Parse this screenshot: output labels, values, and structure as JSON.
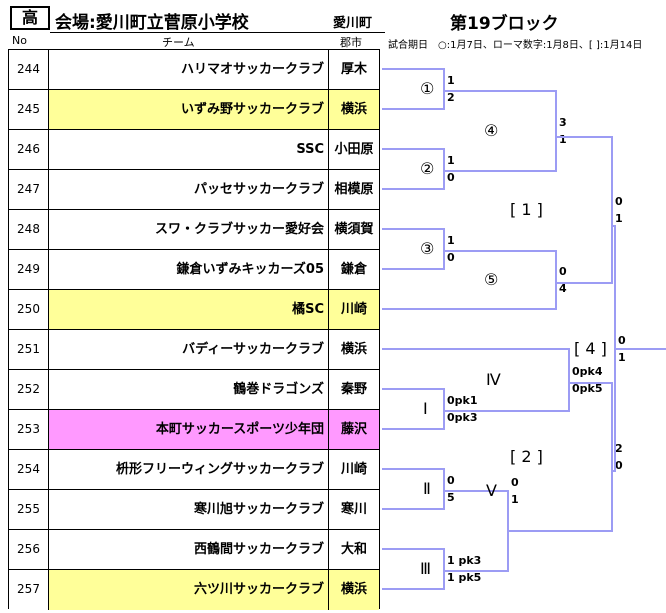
{
  "header": {
    "tag": "高",
    "venue": "会場:愛川町立菅原小学校",
    "region": "愛川町",
    "block": "第19ブロック",
    "col_no": "No",
    "col_team": "チーム",
    "col_city": "郡市",
    "legend": "試合期日　○:1月7日、ローマ数字:1月8日、[ ]:1月14日"
  },
  "colors": {
    "bracket": "#9c9cf4",
    "highlight_yellow": "#ffff99",
    "highlight_pink": "#ff99ff"
  },
  "teams": [
    {
      "no": "244",
      "name": "ハリマオサッカークラブ",
      "city": "厚木",
      "highlight": ""
    },
    {
      "no": "245",
      "name": "いずみ野サッカークラブ",
      "city": "横浜",
      "highlight": "yellow"
    },
    {
      "no": "246",
      "name": "SSC",
      "city": "小田原",
      "highlight": ""
    },
    {
      "no": "247",
      "name": "パッセサッカークラブ",
      "city": "相模原",
      "highlight": ""
    },
    {
      "no": "248",
      "name": "スワ・クラブサッカー愛好会",
      "city": "横須賀",
      "highlight": ""
    },
    {
      "no": "249",
      "name": "鎌倉いずみキッカーズ05",
      "city": "鎌倉",
      "highlight": ""
    },
    {
      "no": "250",
      "name": "橘SC",
      "city": "川崎",
      "highlight": "yellow"
    },
    {
      "no": "251",
      "name": "バディーサッカークラブ",
      "city": "横浜",
      "highlight": ""
    },
    {
      "no": "252",
      "name": "鶴巻ドラゴンズ",
      "city": "秦野",
      "highlight": ""
    },
    {
      "no": "253",
      "name": "本町サッカースポーツ少年団",
      "city": "藤沢",
      "highlight": "pink"
    },
    {
      "no": "254",
      "name": "枡形フリーウィングサッカークラブ",
      "city": "川崎",
      "highlight": ""
    },
    {
      "no": "255",
      "name": "寒川旭サッカークラブ",
      "city": "寒川",
      "highlight": ""
    },
    {
      "no": "256",
      "name": "西鶴間サッカークラブ",
      "city": "大和",
      "highlight": ""
    },
    {
      "no": "257",
      "name": "六ツ川サッカークラブ",
      "city": "横浜",
      "highlight": "yellow"
    }
  ],
  "matches": {
    "m1": {
      "label": "①",
      "score_top": "1",
      "score_bottom": "2"
    },
    "m2": {
      "label": "②",
      "score_top": "1",
      "score_bottom": "0"
    },
    "m3": {
      "label": "③",
      "score_top": "1",
      "score_bottom": "0"
    },
    "m4": {
      "label": "④",
      "score_top": "3",
      "score_bottom": "1"
    },
    "m5": {
      "label": "⑤",
      "score_top": "0",
      "score_bottom": "4"
    },
    "mI": {
      "label": "Ⅰ",
      "score_top": "0pk1",
      "score_bottom": "0pk3"
    },
    "mII": {
      "label": "Ⅱ",
      "score_top": "0",
      "score_bottom": "5"
    },
    "mIII": {
      "label": "Ⅲ",
      "score_top": "1 pk3",
      "score_bottom": "1 pk5"
    },
    "mIV": {
      "label": "Ⅳ",
      "score_top": "0pk4",
      "score_bottom": "0pk5"
    },
    "mV": {
      "label": "Ⅴ",
      "score_top": "0",
      "score_bottom": "1"
    },
    "s1": {
      "label": "[ 1 ]",
      "score_top": "0",
      "score_bottom": "1"
    },
    "s2": {
      "label": "[ 2 ]",
      "score_top": "2",
      "score_bottom": "0"
    },
    "f4": {
      "label": "[ 4 ]",
      "score_top": "0",
      "score_bottom": "1"
    }
  }
}
